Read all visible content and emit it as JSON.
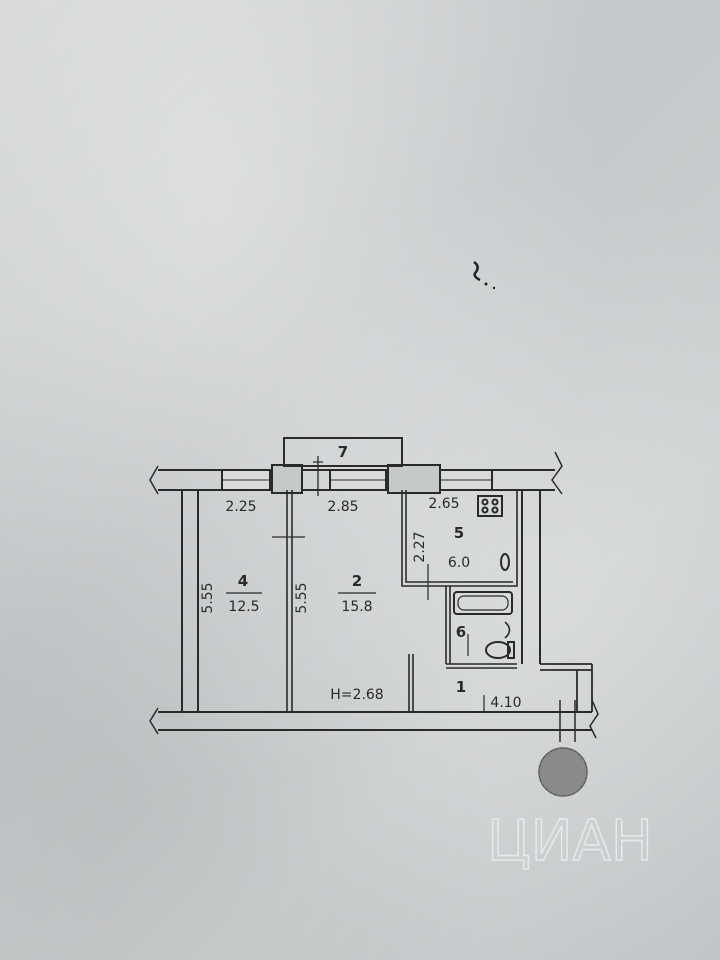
{
  "rooms": [
    {
      "number": "4",
      "area": "12.5"
    },
    {
      "number": "2",
      "area": "15.8"
    },
    {
      "number": "5",
      "area": "6.0"
    },
    {
      "number": "6"
    },
    {
      "number": "1"
    },
    {
      "number": "7"
    }
  ],
  "dimensions": {
    "room4_width": "2.25",
    "room4_length": "5.55",
    "room2_width": "2.85",
    "room2_length": "5.55",
    "room5_width": "2.65",
    "room5_length": "2.27",
    "hall_length": "4.10"
  },
  "ceiling_height": "H=2.68",
  "watermark": "ЦИАН",
  "colors": {
    "ink": "#2a2a2a",
    "paper": "#c9cccd",
    "stamp": "#8a8a8a"
  }
}
